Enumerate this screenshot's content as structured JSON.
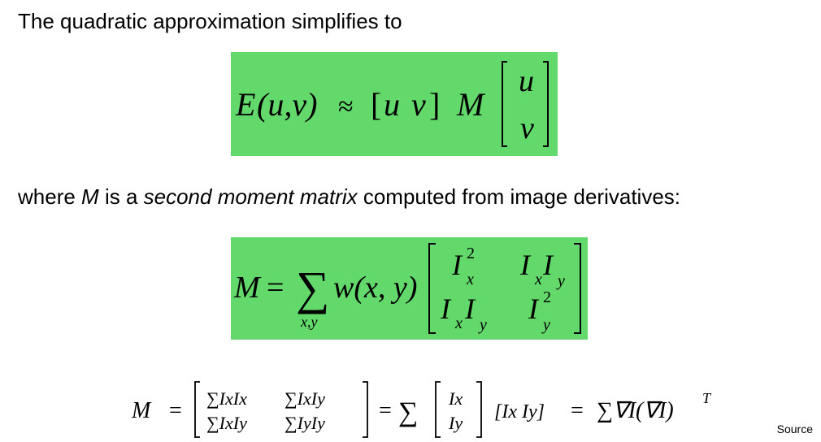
{
  "intro": "The quadratic approximation simplifies to",
  "where": {
    "pre": "where ",
    "M": "M",
    "mid": " is a ",
    "term": "second moment matrix",
    "post": " computed from image derivatives:"
  },
  "eq1": {
    "E": "E",
    "args": "(u,v)",
    "approx": "≈",
    "row_u": "u",
    "row_v": "v",
    "M": "M",
    "col_u": "u",
    "col_v": "v"
  },
  "eq2": {
    "lhs": "M",
    "eq": "=",
    "sigma": "∑",
    "sub": "x,y",
    "w": "w(x, y)",
    "I": "I",
    "x": "x",
    "y": "y",
    "two": "2"
  },
  "eq3": {
    "lhs": "M",
    "eq": "=",
    "sum_IxIx": "∑IxIx",
    "sum_IxIy": "∑IxIy",
    "sum_IyIy": "∑IyIy",
    "Ix": "Ix",
    "Iy": "Iy",
    "row": "[Ix Iy]",
    "grad": "∑∇I(∇I)",
    "T": "T"
  },
  "source": "Source",
  "colors": {
    "box_green": "#62d96a",
    "text": "#000000"
  }
}
